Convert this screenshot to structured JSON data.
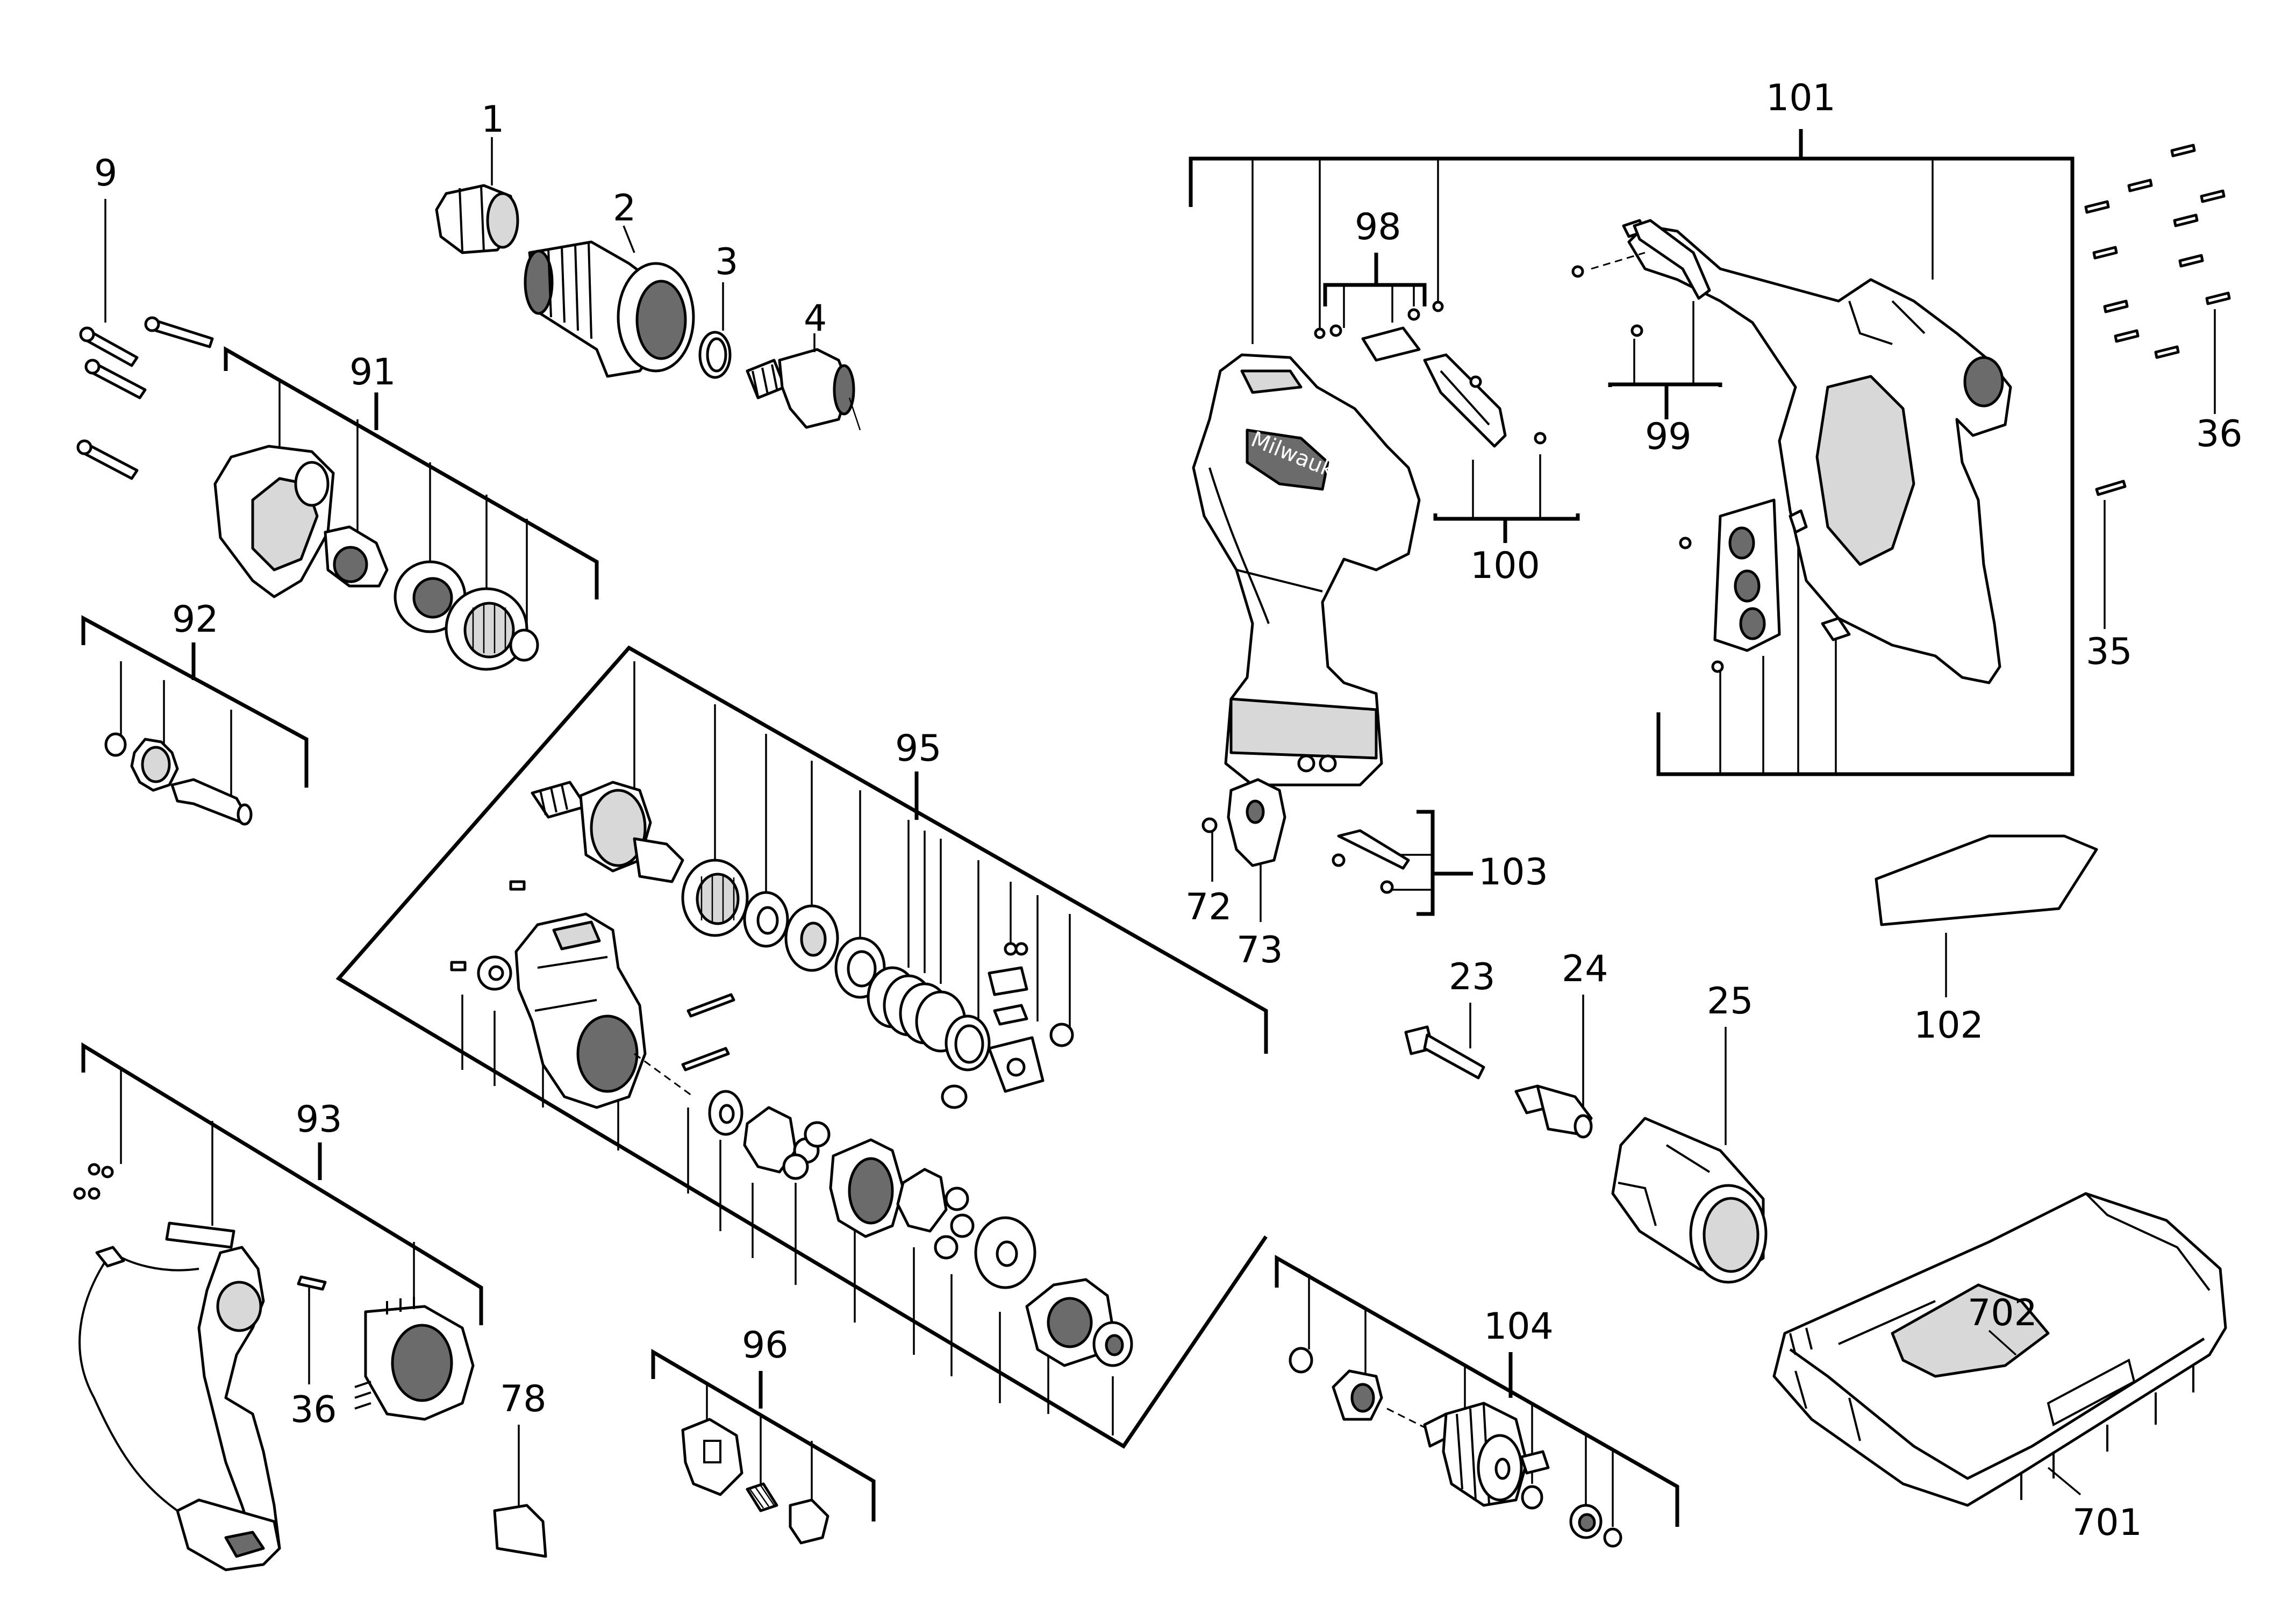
{
  "labels": {
    "p1": "1",
    "p2": "2",
    "p3": "3",
    "p4": "4",
    "p9": "9",
    "p23": "23",
    "p24": "24",
    "p25": "25",
    "p35": "35",
    "p36a": "36",
    "p36b": "36",
    "p72": "72",
    "p73": "73",
    "p78": "78",
    "p91": "91",
    "p92": "92",
    "p93": "93",
    "p95": "95",
    "p96": "96",
    "p98": "98",
    "p99": "99",
    "p100": "100",
    "p101": "101",
    "p102": "102",
    "p103": "103",
    "p104": "104",
    "p701": "701",
    "p702": "702"
  },
  "logo": {
    "brand_text": "Milwaukee"
  },
  "colors": {
    "line": "#000000",
    "background": "#ffffff",
    "fill_light": "#d8d8d8",
    "fill_dark": "#6b6b6b"
  }
}
